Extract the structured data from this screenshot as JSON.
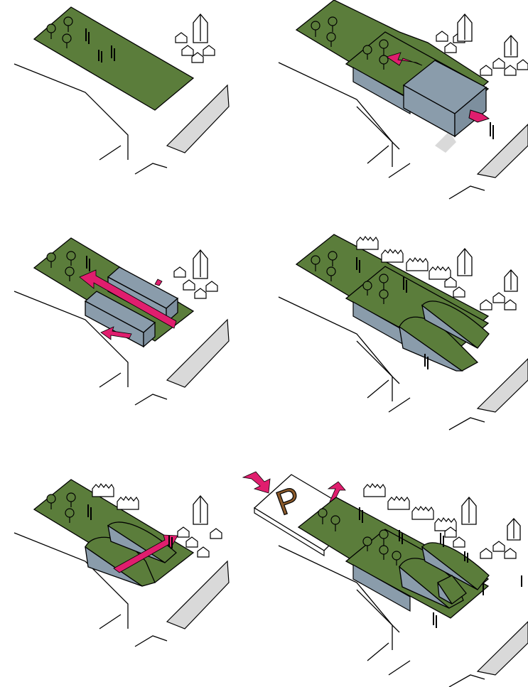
{
  "diagram": {
    "panels": [
      {
        "id": "step-1",
        "label": "",
        "contents": [
          "site",
          "trees",
          "people",
          "houses",
          "tower",
          "streets"
        ]
      },
      {
        "id": "step-2",
        "label": "",
        "contents": [
          "site",
          "trees",
          "block",
          "arrow",
          "entrance",
          "houses",
          "tower",
          "streets"
        ]
      },
      {
        "id": "step-3",
        "label": "",
        "contents": [
          "site",
          "trees",
          "two-bars",
          "arrows",
          "houses",
          "tower",
          "streets"
        ]
      },
      {
        "id": "step-4",
        "label": "",
        "contents": [
          "site",
          "trees",
          "roofscape",
          "crowd",
          "houses",
          "tower",
          "streets"
        ]
      },
      {
        "id": "step-5",
        "label": "",
        "contents": [
          "site",
          "trees",
          "roofscape",
          "path-arrow",
          "crowd",
          "houses",
          "tower",
          "streets"
        ]
      },
      {
        "id": "step-6",
        "label": "",
        "contents": [
          "site",
          "trees",
          "roofscape",
          "parking",
          "arrows",
          "crowd",
          "houses",
          "tower",
          "streets"
        ]
      }
    ],
    "parking_label": "P",
    "colors": {
      "site": "#5b7d3b",
      "building": "#8a9cab",
      "arrow": "#e01e6e",
      "road_shadow": "#d9d9d9",
      "outline": "#000000",
      "parking_letter": "#8b5a2b"
    }
  }
}
